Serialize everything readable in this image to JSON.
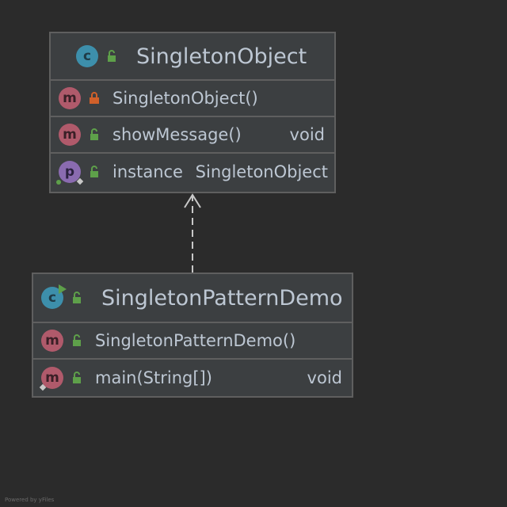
{
  "classes": [
    {
      "name": "SingletonObject",
      "members": [
        {
          "name": "SingletonObject()",
          "type": ""
        },
        {
          "name": "showMessage()",
          "type": "void"
        },
        {
          "name": "instance",
          "type": "SingletonObject"
        }
      ]
    },
    {
      "name": "SingletonPatternDemo",
      "members": [
        {
          "name": "SingletonPatternDemo()",
          "type": ""
        },
        {
          "name": "main(String[])",
          "type": "void"
        }
      ]
    }
  ],
  "icons": {
    "class_letter": "c",
    "method_letter": "m",
    "property_letter": "p"
  },
  "footer": "Powered by yFiles",
  "colors": {
    "background": "#2b2b2b",
    "box_fill": "#3c3f41",
    "border": "#5f5f5f",
    "class_icon": "#3d8fab",
    "method_icon": "#b05a6b",
    "property_icon": "#8a6bb0",
    "public_lock": "#5ea04a",
    "private_lock": "#d0602a"
  }
}
